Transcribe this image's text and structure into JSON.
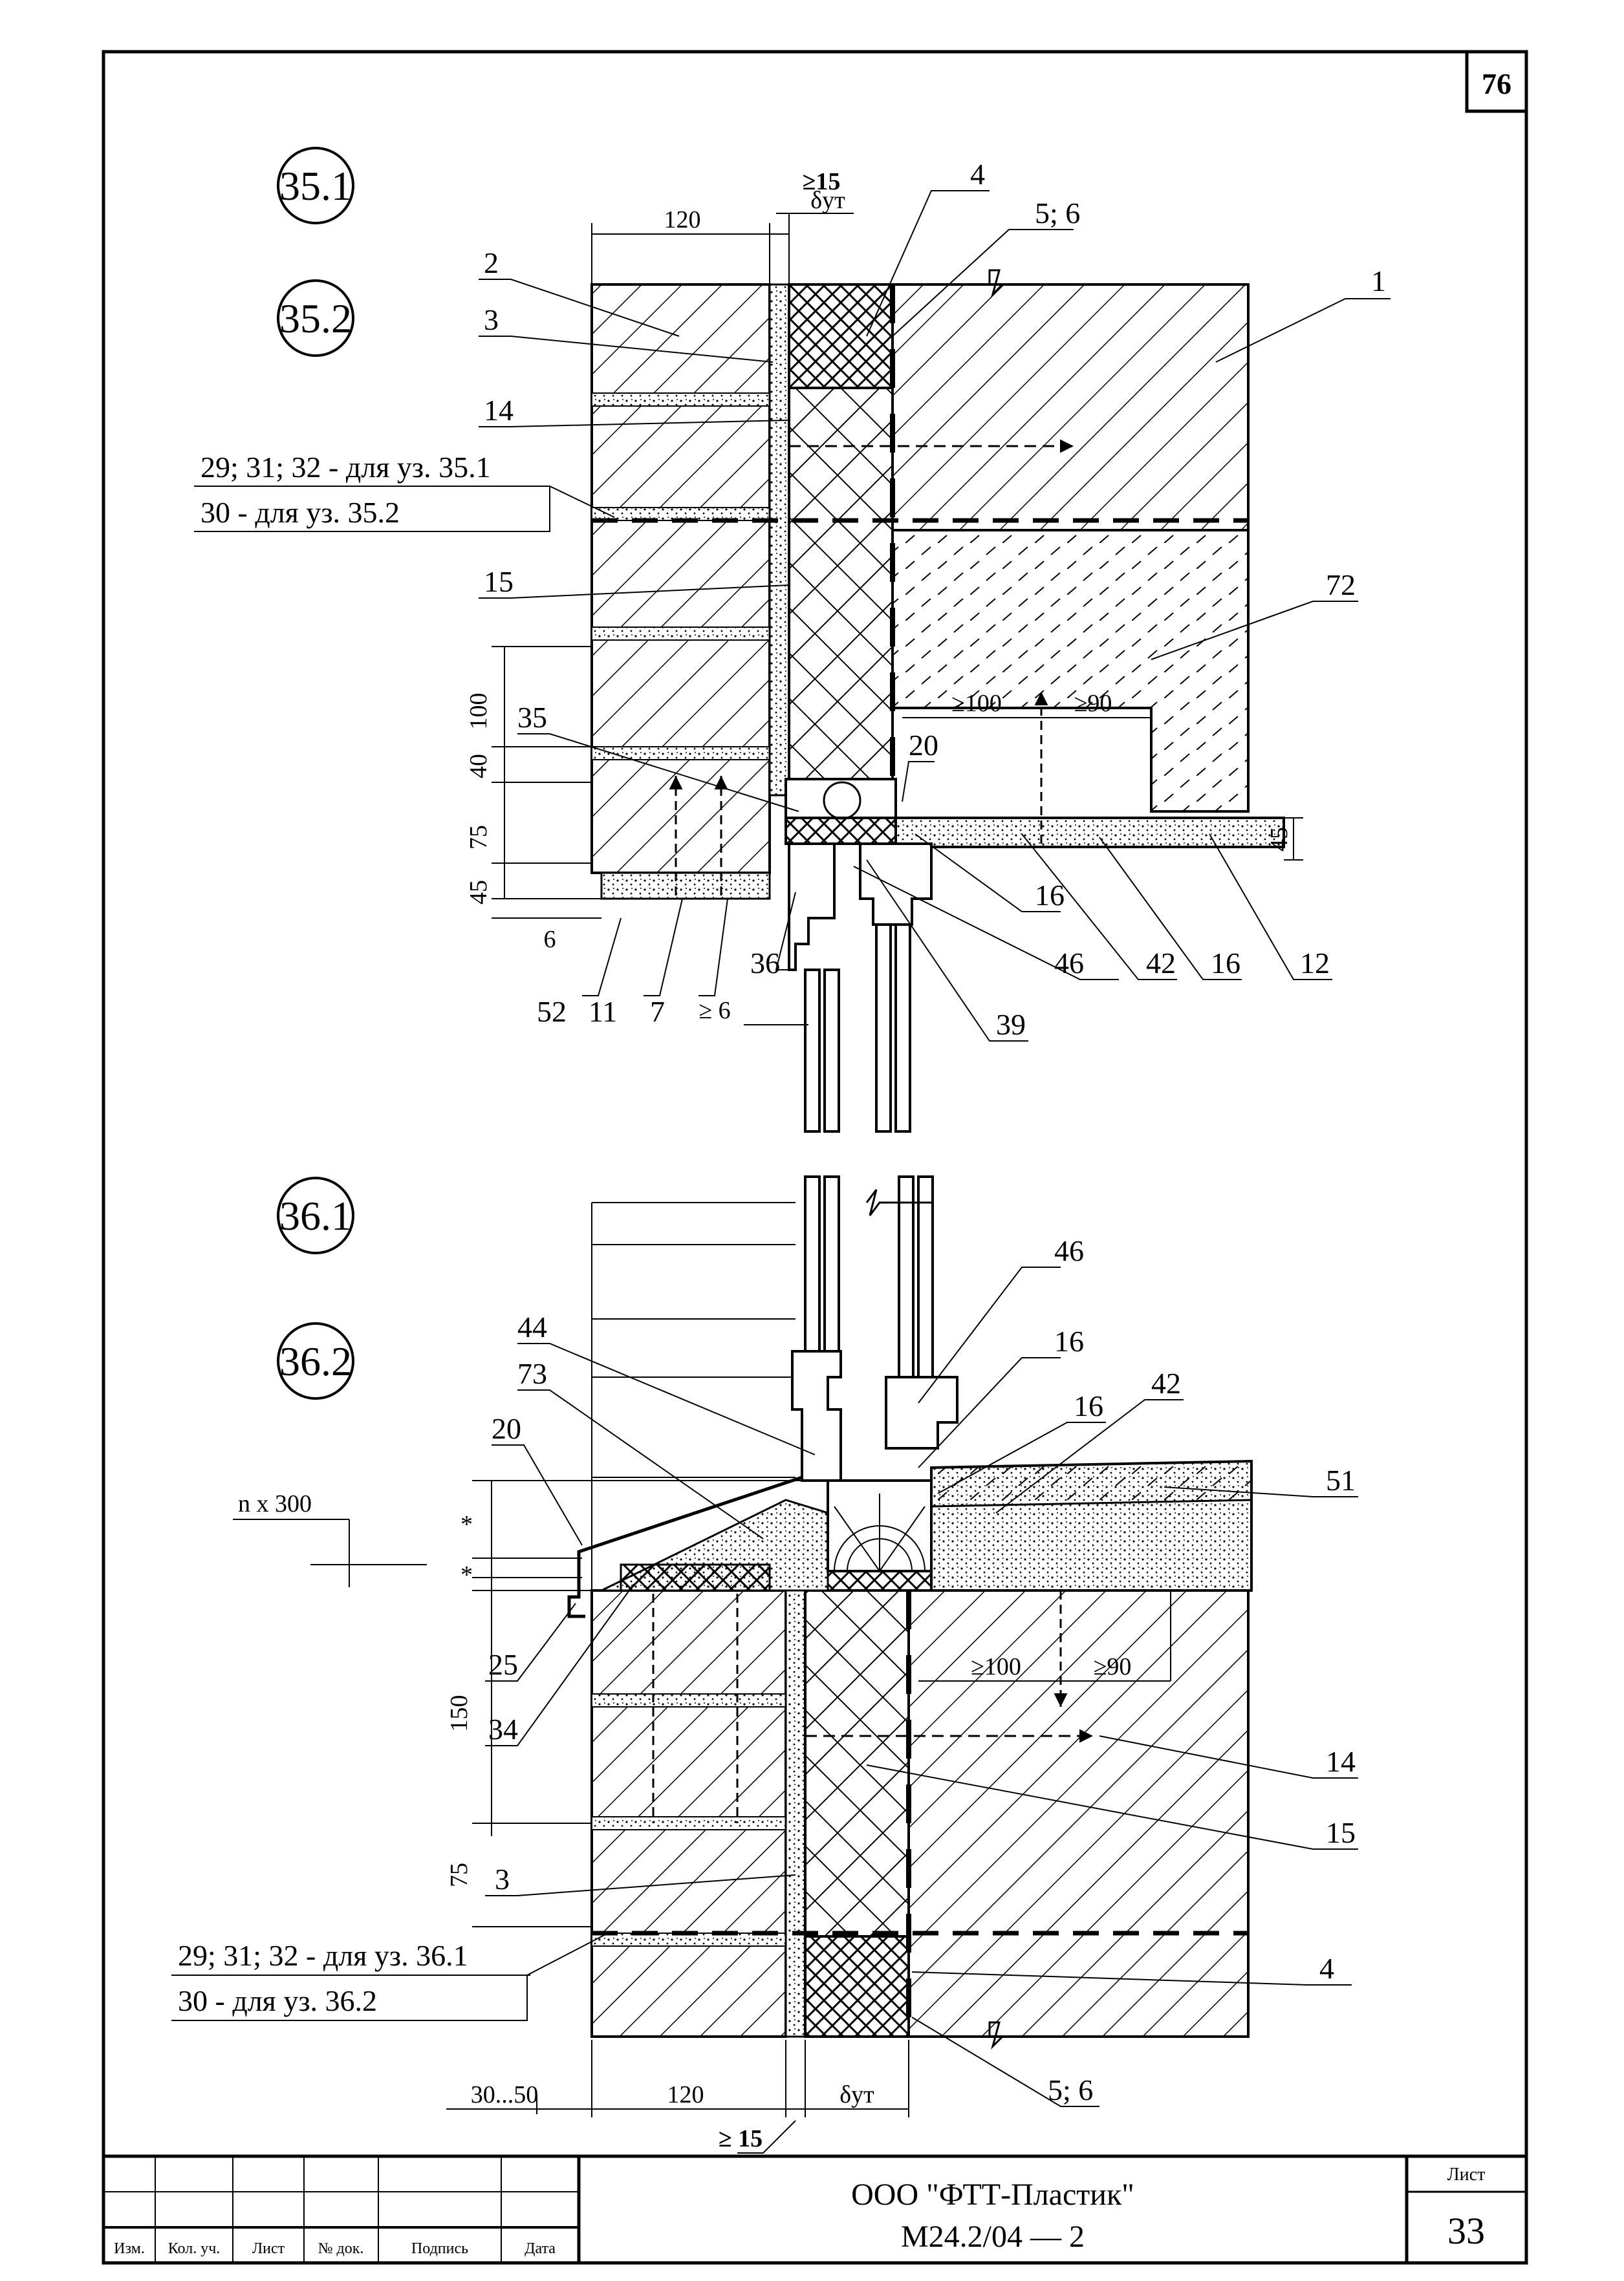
{
  "sheet": {
    "page_number": "76",
    "company": "ООО \"ФТТ-Пластик\"",
    "doc_code": "М24.2/04 — 2",
    "sheet_label": "Лист",
    "sheet_number": "33",
    "title_block_columns": [
      "Изм.",
      "Кол. уч.",
      "Лист",
      "№ док.",
      "Подпись",
      "Дата"
    ]
  },
  "detail_top": {
    "node_a": "35.1",
    "node_b": "35.2",
    "dims": {
      "brick": "120",
      "gap_min": "≥15",
      "insul": "δут",
      "d100": "100",
      "d40": "40",
      "d75": "75",
      "d45": "45",
      "d6": "6",
      "d45r": "45",
      "ge100": "≥100",
      "ge90": "≥90",
      "ge6": "≥ 6"
    },
    "callouts": {
      "c1": "1",
      "c2": "2",
      "c3": "3",
      "c4": "4",
      "c56": "5; 6",
      "c14": "14",
      "c15": "15",
      "c72": "72",
      "c35": "35",
      "c20": "20",
      "c16a": "16",
      "c46": "46",
      "c42": "42",
      "c16b": "16",
      "c12": "12",
      "c36": "36",
      "c39": "39",
      "c52": "52",
      "c11": "11",
      "c7": "7"
    },
    "note1": "29; 31; 32 - для уз. 35.1",
    "note2": "30 - для уз. 35.2"
  },
  "detail_bottom": {
    "node_a": "36.1",
    "node_b": "36.2",
    "dims": {
      "step": "n x 300",
      "star": "*",
      "d150": "150",
      "d75": "75",
      "d3050": "30...50",
      "brick": "120",
      "insul": "δут",
      "gap_min": "≥ 15",
      "ge100": "≥100",
      "ge90": "≥90"
    },
    "callouts": {
      "c46": "46",
      "c16a": "16",
      "c42": "42",
      "c16b": "16",
      "c44": "44",
      "c73": "73",
      "c20": "20",
      "c51": "51",
      "c25": "25",
      "c34": "34",
      "c14": "14",
      "c15": "15",
      "c3": "3",
      "c4": "4",
      "c56": "5; 6"
    },
    "note1": "29; 31; 32 - для уз. 36.1",
    "note2": "30 - для уз. 36.2"
  }
}
